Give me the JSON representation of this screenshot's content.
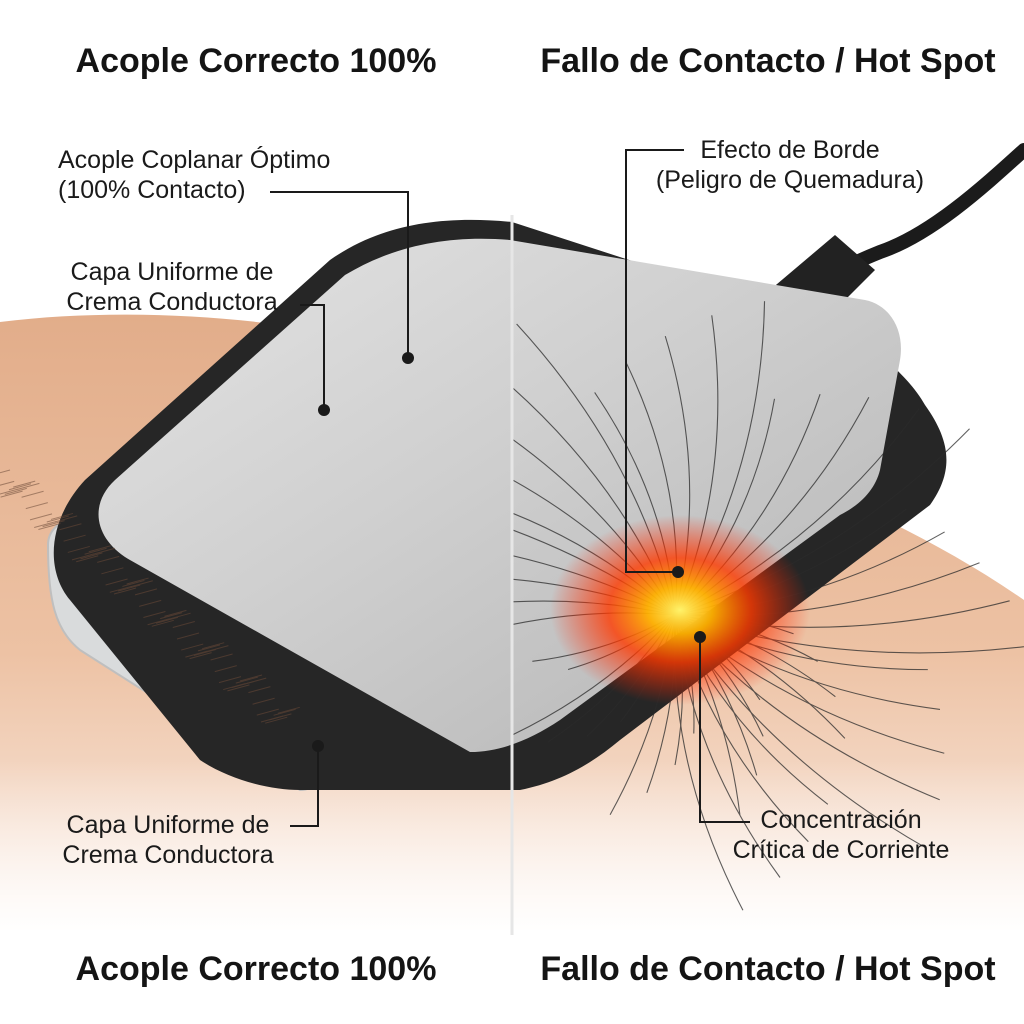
{
  "headings": {
    "left_top": "Acople Correcto 100%",
    "right_top": "Fallo de Contacto / Hot Spot",
    "left_bottom": "Acople Correcto 100%",
    "right_bottom": "Fallo de Contacto / Hot Spot"
  },
  "annotations": {
    "coplanar": {
      "line1": "Acople Coplanar Óptimo",
      "line2": "(100% Contacto)"
    },
    "cream_top": {
      "line1": "Capa Uniforme de",
      "line2": "Crema Conductora"
    },
    "cream_bottom": {
      "line1": "Capa Uniforme de",
      "line2": "Crema Conductora"
    },
    "edge_effect": {
      "line1": "Efecto de Borde",
      "line2": "(Peligro de Quemadura)"
    },
    "current": {
      "line1": "Concentración",
      "line2": "Crítica de Corriente"
    }
  },
  "colors": {
    "skin": "#e8b896",
    "pad_frame": "#262626",
    "pad_plate": "#c9c9c9",
    "hotspot": "#ff2a00",
    "divider": "#e6e6e6"
  }
}
